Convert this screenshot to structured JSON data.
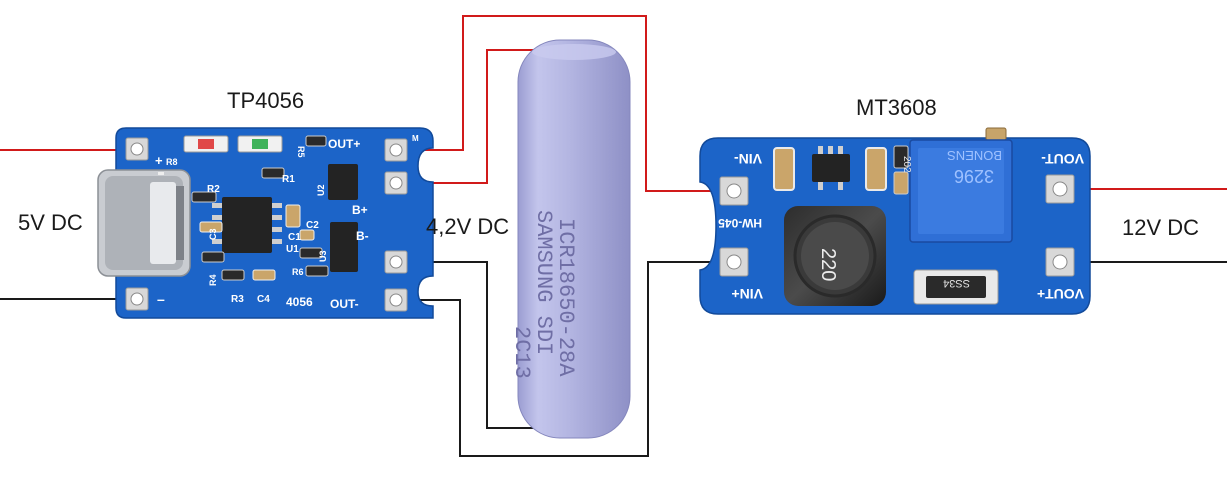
{
  "labels": {
    "input_voltage": "5V DC",
    "battery_voltage": "4,2V DC",
    "output_voltage": "12V DC",
    "charger_name": "TP4056",
    "booster_name": "MT3608"
  },
  "tp4056_board": {
    "pad_out_plus": "OUT+",
    "pad_b_plus": "B+",
    "pad_b_minus": "B-",
    "pad_out_minus": "OUT-",
    "pad_plus": "+",
    "pad_minus": "–",
    "r8": "R8",
    "r2": "R2",
    "r1": "R1",
    "r3": "R3",
    "r4": "R4",
    "r5": "R5",
    "r6": "R6",
    "c1": "C1",
    "c2": "C2",
    "c3": "C3",
    "c4": "C4",
    "u1": "U1",
    "u2": "U2",
    "u3": "U3",
    "model": "4056",
    "corner_mark": "M"
  },
  "battery": {
    "line1": "ICR18650-28A",
    "line2": "SAMSUNG SDI",
    "line3": "2C13"
  },
  "mt3608_board": {
    "pad_vin_minus": "VIN-",
    "pad_vin_plus": "VIN+",
    "pad_vout_minus": "VOUT-",
    "pad_vout_plus": "VOUT+",
    "model": "HW-045",
    "inductor": "220",
    "diode": "SS34",
    "pot_brand": "BONENS",
    "pot_model": "3296",
    "pot_code": "202"
  },
  "colors": {
    "positive_wire": "#d11a1a",
    "negative_wire": "#1a1a1a",
    "pcb_blue": "#1c64c8",
    "battery_body": "#b0b2df"
  }
}
